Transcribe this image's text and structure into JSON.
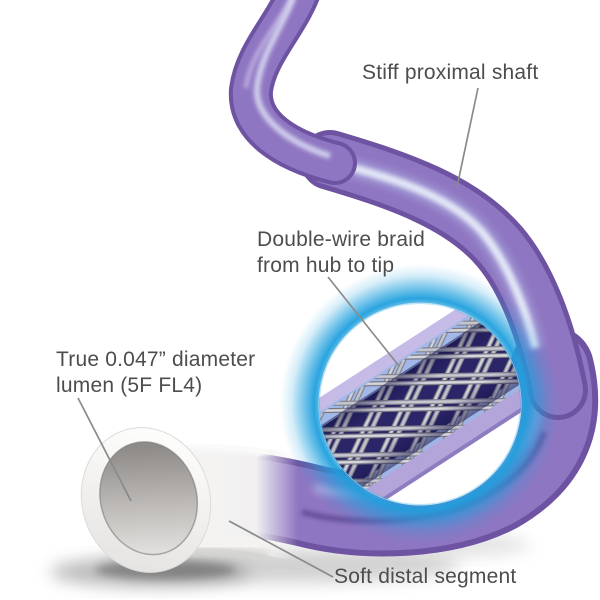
{
  "annotations": {
    "stiff_proximal": {
      "text": "Stiff proximal shaft"
    },
    "double_wire_braid": {
      "text": "Double-wire braid\nfrom hub to tip"
    },
    "lumen": {
      "text": "True 0.047” diameter\nlumen (5F FL4)"
    },
    "soft_distal": {
      "text": "Soft distal segment"
    }
  },
  "colors": {
    "background": "#ffffff",
    "label_text": "#4d4d4d",
    "leader_line": "#8a8a8a",
    "shaft_purple": "#8f76c2",
    "shaft_purple_dark": "#6d53a1",
    "shaft_highlight": "#e2e7f6",
    "distal_white": "#f4f3f2",
    "magnifier_glow_blue": "#1e9fdd",
    "braid_background_navy": "#2a2668",
    "braid_wire_silver": "#cfcfd8",
    "inset_liner_blue": "#a2b8e8",
    "inset_wall_lavender": "#b3a5d9"
  }
}
